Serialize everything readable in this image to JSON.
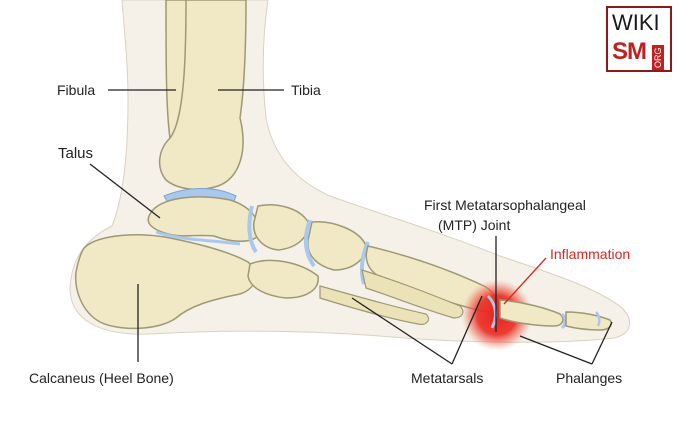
{
  "labels": {
    "fibula": "Fibula",
    "tibia": "Tibia",
    "talus": "Talus",
    "calcaneus": "Calcaneus (Heel Bone)",
    "mtp_line1": "First Metatarsophalangeal",
    "mtp_line2": "(MTP) Joint",
    "inflammation": "Inflammation",
    "metatarsals": "Metatarsals",
    "phalanges": "Phalanges"
  },
  "logo": {
    "line1": "WIKI",
    "line2": "SM",
    "line3": "ORG"
  },
  "colors": {
    "bone": "#f1e9c5",
    "bone_outline": "#9e9874",
    "cartilage": "#a8c8ee",
    "skin": "#f5f1e8",
    "inflammation": "#e8231b",
    "label_red": "#d42a22",
    "logo_red": "#c21f1f"
  }
}
